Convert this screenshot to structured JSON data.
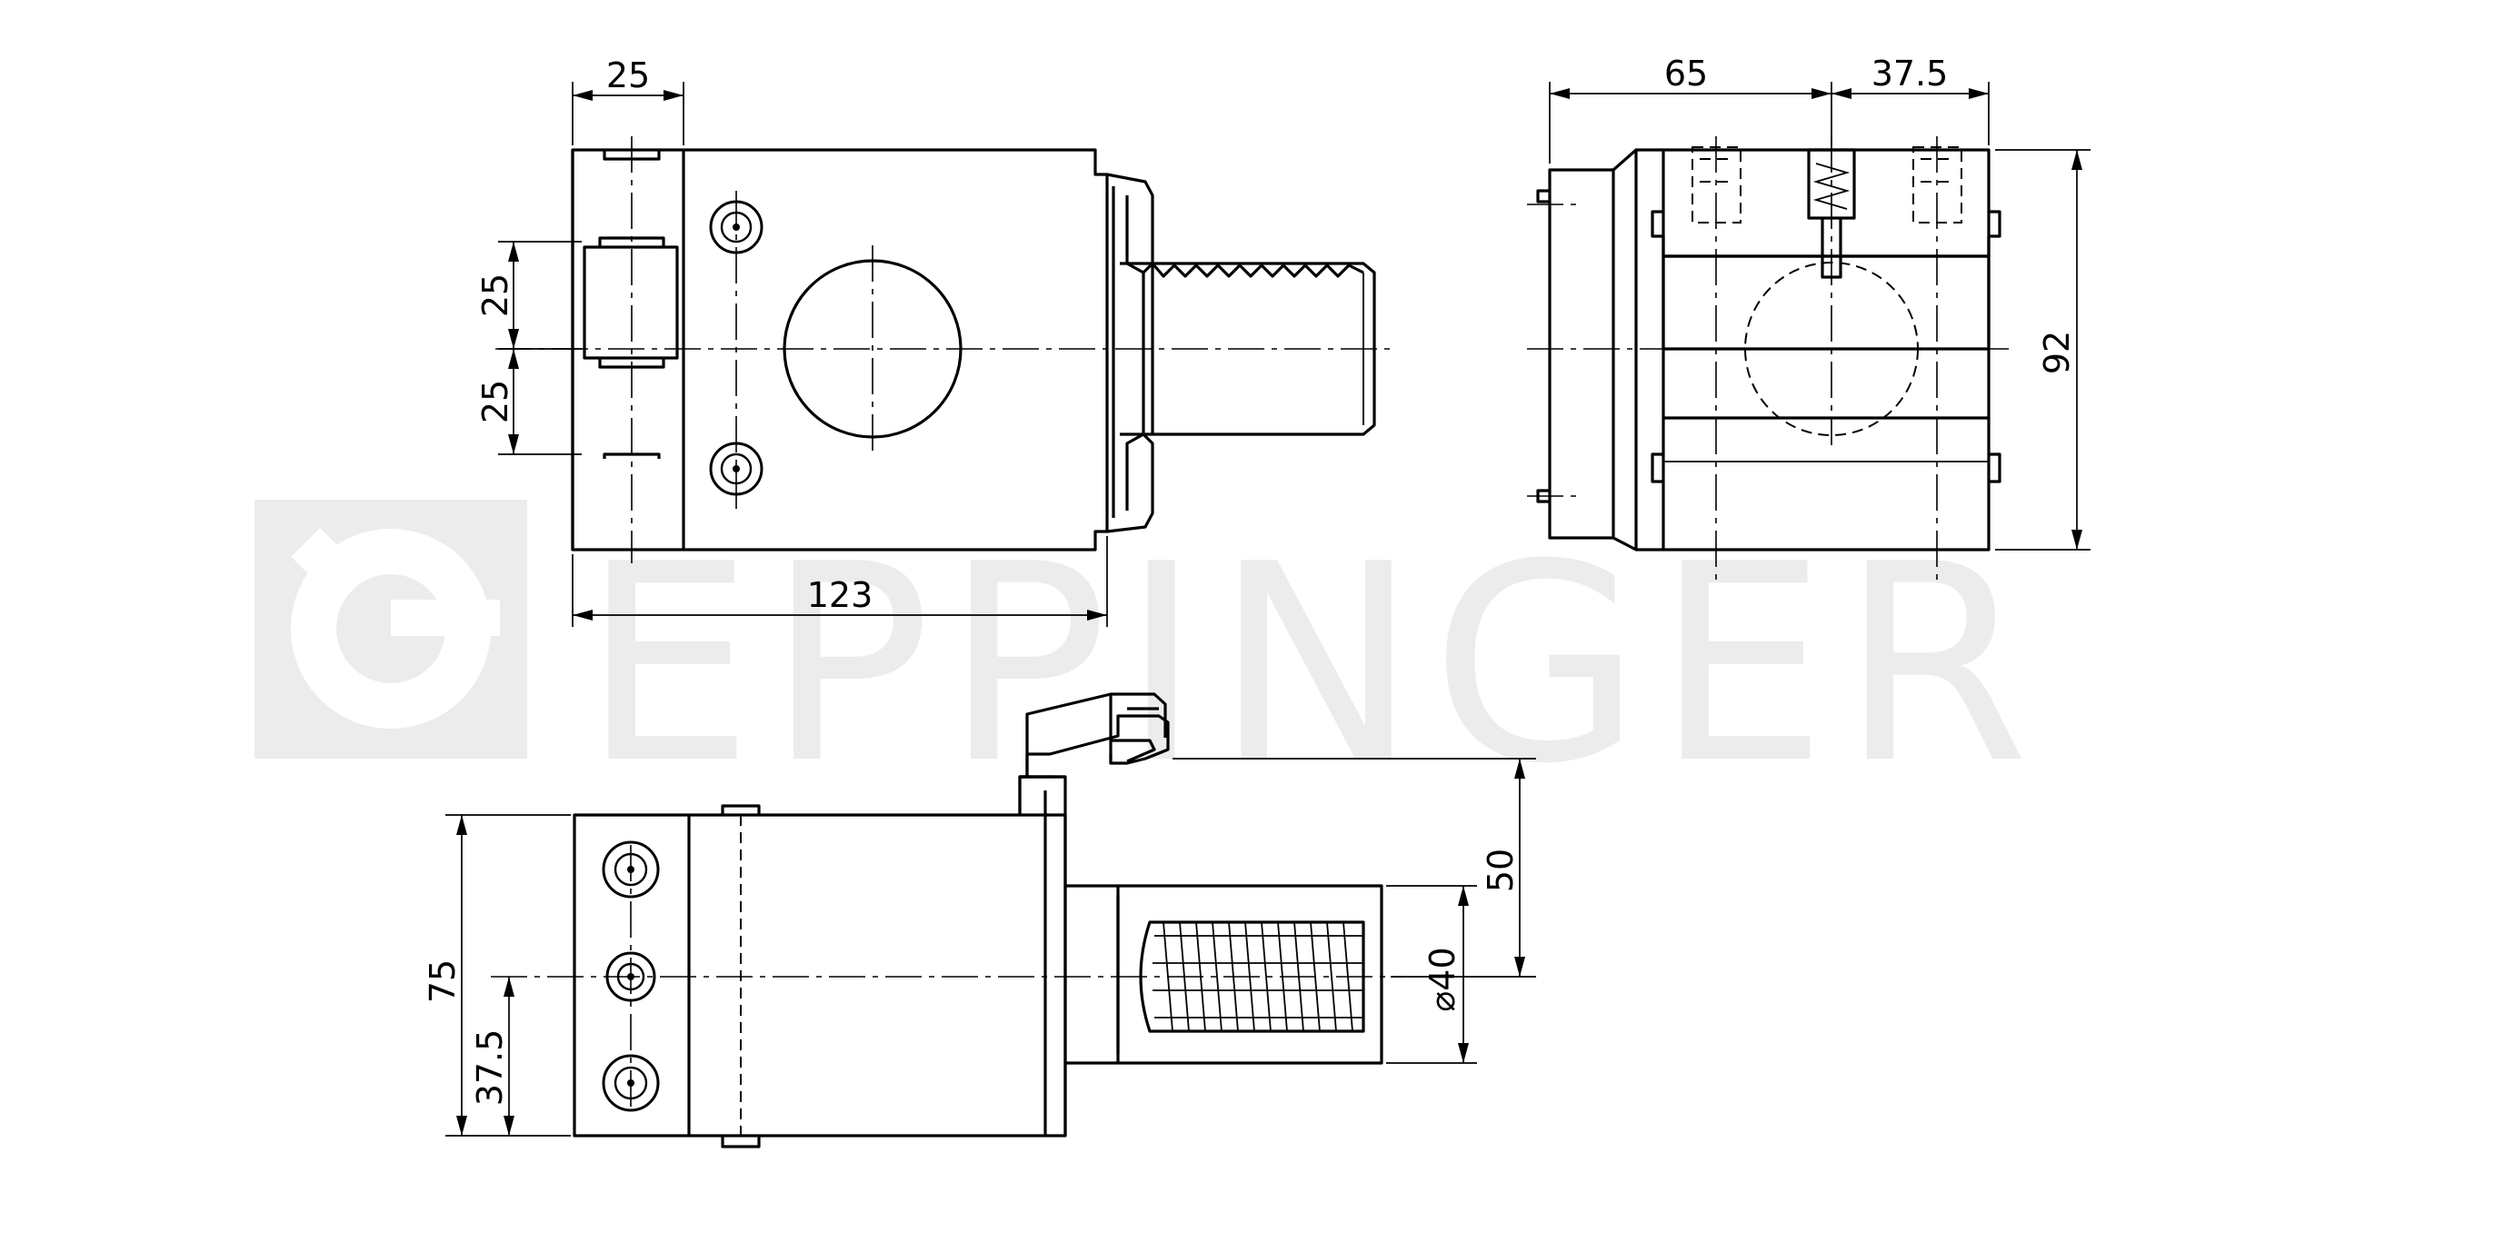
{
  "watermark": {
    "brand": "EPPINGER",
    "color": "#ececec"
  },
  "dimensions": {
    "top_width_upper": "25",
    "top_height_upper": "25",
    "top_height_lower": "25",
    "top_length": "123",
    "side_width_left": "65",
    "side_width_right": "37.5",
    "side_height": "92",
    "front_height": "75",
    "front_half_height": "37.5",
    "front_offset": "50",
    "shank_diameter": "⌀40"
  },
  "colors": {
    "line": "#000000",
    "background": "#ffffff"
  }
}
